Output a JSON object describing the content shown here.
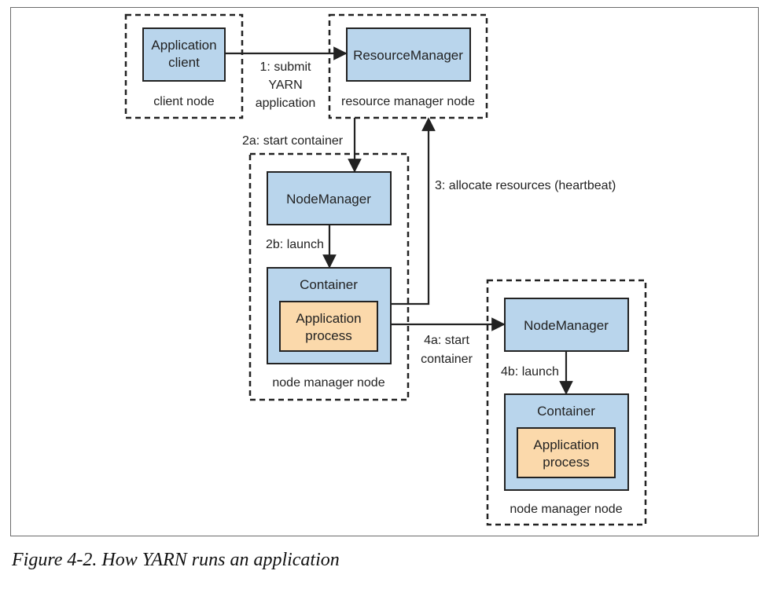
{
  "nodes": {
    "client_box": [
      "Application",
      "client"
    ],
    "client_node": "client node",
    "resource_manager": "ResourceManager",
    "rm_node": "resource manager node",
    "node_manager_1": "NodeManager",
    "container_1": "Container",
    "app_process_1": [
      "Application",
      "process"
    ],
    "nm_node_1": "node manager node",
    "node_manager_2": "NodeManager",
    "container_2": "Container",
    "app_process_2": [
      "Application",
      "process"
    ],
    "nm_node_2": "node manager node"
  },
  "edges": {
    "submit": [
      "1: submit",
      "YARN",
      "application"
    ],
    "start_container_2a": "2a: start container",
    "allocate": "3: allocate resources (heartbeat)",
    "launch_2b": "2b: launch",
    "start_container_4a": [
      "4a: start",
      "container"
    ],
    "launch_4b": "4b: launch"
  },
  "colors": {
    "box_fill": "#b9d5ec",
    "process_fill": "#fbd9ab",
    "stroke": "#222222"
  },
  "caption": "Figure 4-2. How YARN runs an application"
}
